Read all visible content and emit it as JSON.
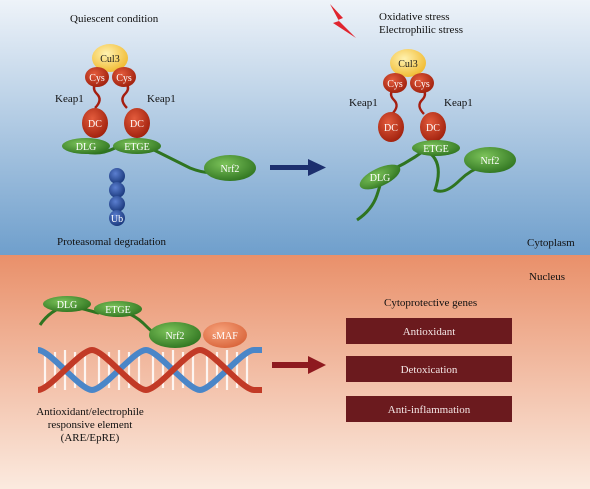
{
  "colors": {
    "cytoplasm_top": "#eef3f9",
    "cytoplasm_bottom": "#6f9fcc",
    "nucleus_top": "#e9906a",
    "nucleus_bottom": "#fbeadf",
    "cul3": "#f5c542",
    "cys": "#c8321e",
    "dc": "#b5280f",
    "protein_green": "#3f8a2a",
    "ubiquitin": "#1f3f8f",
    "smaf": "#e8794c",
    "gene_box": "#6b1a1e",
    "arrow_blue": "#1c2f6e",
    "arrow_red": "#8e1a1f",
    "lightning": "#e0242e"
  },
  "labels": {
    "quiescent": "Quiescent condition",
    "stress_line1": "Oxidative stress",
    "stress_line2": "Electrophilic stress",
    "proteasomal": "Proteasomal degradation",
    "cytoplasm": "Cytoplasm",
    "nucleus": "Nucleus",
    "cytoprotective": "Cytoprotective genes",
    "are_line1": "Antioxidant/electrophile",
    "are_line2": "responsive element",
    "are_line3": "(ARE/EpRE)"
  },
  "molecules": {
    "cul3": "Cul3",
    "cys": "Cys",
    "keap1": "Keap1",
    "dc": "DC",
    "dlg": "DLG",
    "etge": "ETGE",
    "nrf2": "Nrf2",
    "ub": "Ub",
    "smaf": "sMAF"
  },
  "genes": [
    "Antioxidant",
    "Detoxication",
    "Anti-inflammation"
  ]
}
